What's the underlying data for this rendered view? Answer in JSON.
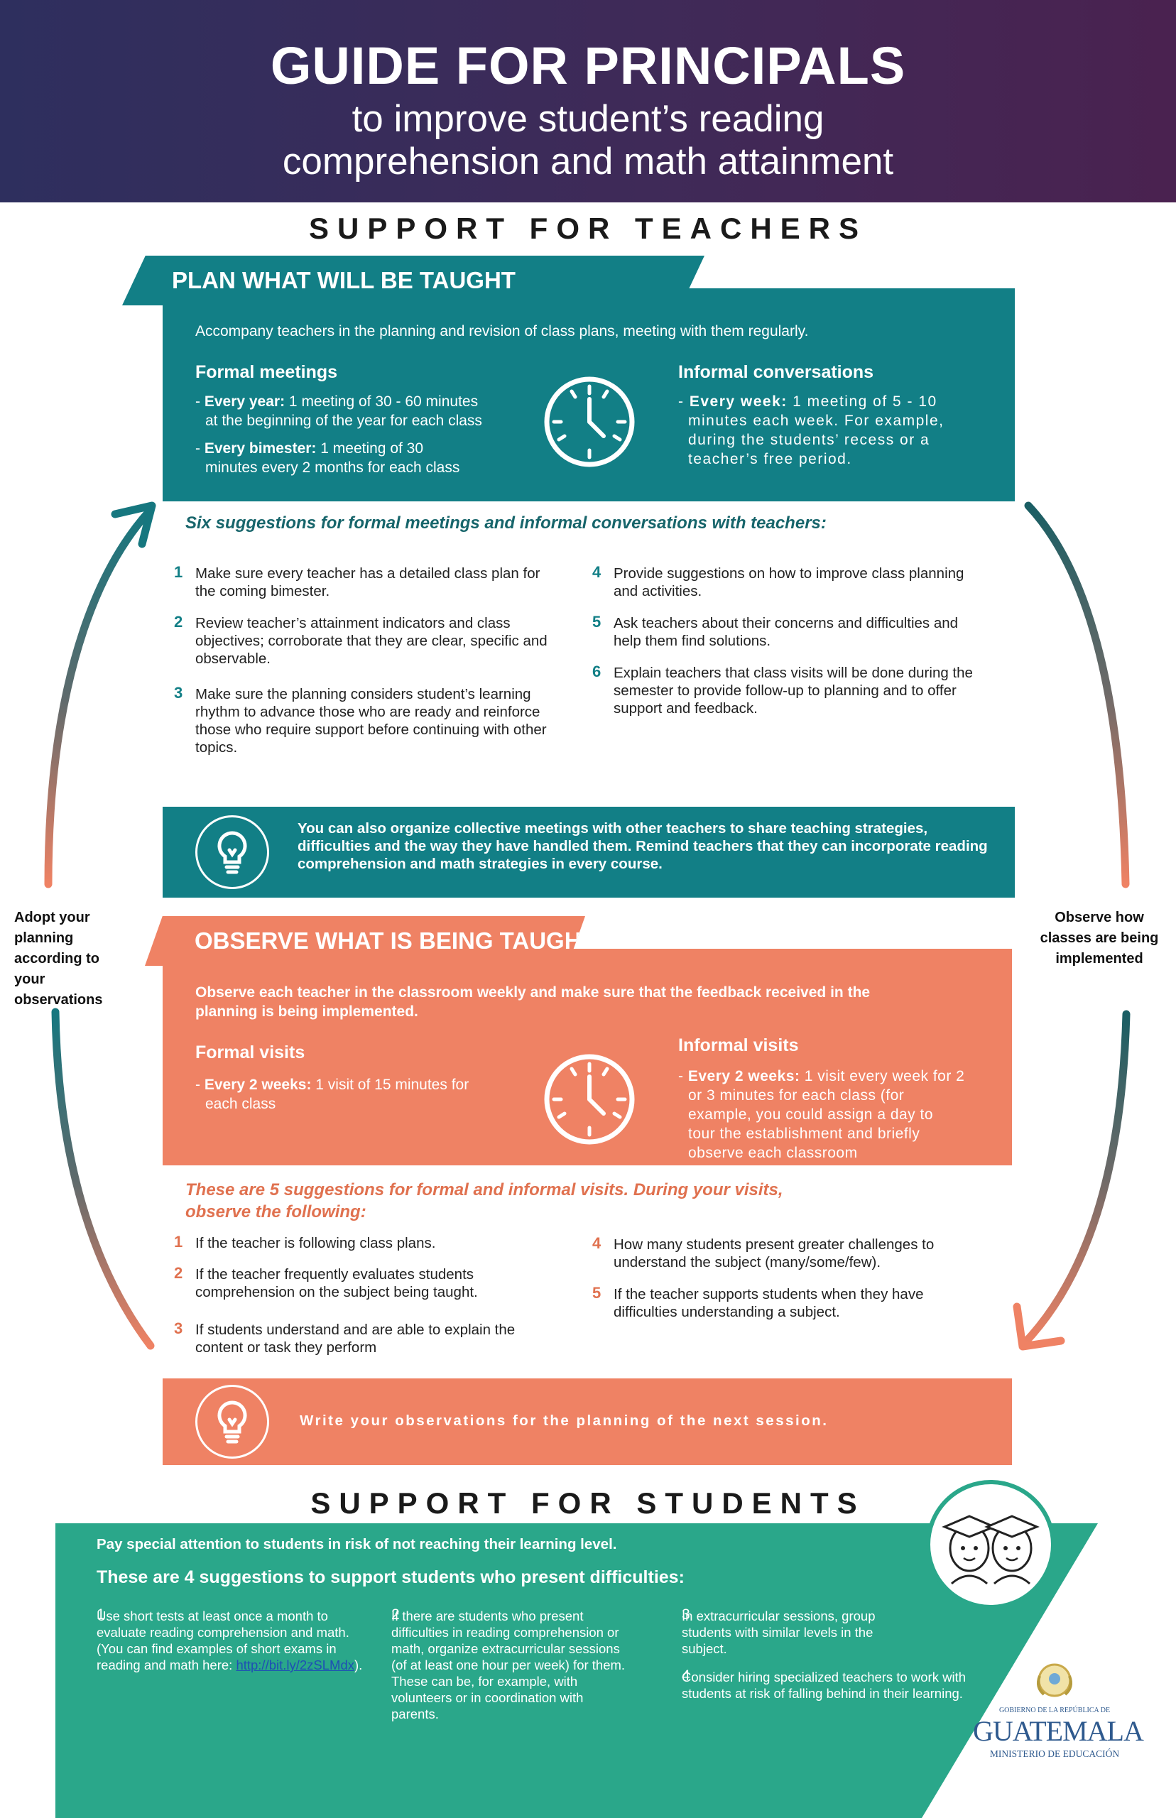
{
  "header": {
    "title": "GUIDE FOR PRINCIPALS",
    "subtitle_line1": "to  improve student’s reading",
    "subtitle_line2": "comprehension and math attainment"
  },
  "teachers": {
    "section_title": "SUPPORT FOR TEACHERS",
    "plan": {
      "ribbon": "PLAN WHAT WILL BE TAUGHT",
      "intro": "Accompany teachers in the planning and revision of class plans, meeting with them regularly.",
      "formal": {
        "heading": "Formal meetings",
        "item1_label": "Every year:",
        "item1_line1_rest": " 1 meeting of 30 - 60 minutes",
        "item1_line2": "at the beginning of the year for each class",
        "item2_label": "Every bimester:",
        "item2_line1_rest": " 1 meeting of 30",
        "item2_line2": "minutes every 2 months for each class"
      },
      "informal": {
        "heading": "Informal conversations",
        "label": "Every week:",
        "line1_rest": " 1 meeting of 5 - 10",
        "line2": "minutes each week. For example,",
        "line3": "during the students’ recess or a",
        "line4": "teacher’s free period."
      },
      "clock_icon": "clock-icon",
      "sugg_heading": "Six suggestions for formal meetings and informal conversations with teachers:",
      "suggestions": [
        {
          "num": "1",
          "text": "Make sure every teacher has a detailed class plan for the coming bimester."
        },
        {
          "num": "2",
          "text": "Review teacher’s attainment indicators and class objectives; corroborate that they are clear, specific and observable."
        },
        {
          "num": "3",
          "text": "Make sure the planning considers student’s learning rhythm to advance those who are ready and reinforce those who require support before continuing with other topics."
        },
        {
          "num": "4",
          "text": "Provide suggestions on how to improve class planning and activities."
        },
        {
          "num": "5",
          "text": "Ask teachers about their concerns and difficulties and help them find solutions."
        },
        {
          "num": "6",
          "text": "Explain teachers that class visits will be done during the semester to provide follow-up to planning and to offer support and feedback."
        }
      ],
      "tip": "You can also organize collective meetings with other teachers to share teaching strategies, difficulties and the way they have handled them. Remind teachers that they can incorporate reading comprehension and math strategies in every course."
    },
    "side_left": "Adopt your planning according to your observations",
    "side_right": "Observe  how classes are being implemented",
    "observe": {
      "ribbon": "OBSERVE WHAT IS BEING TAUGHT",
      "intro": "Observe each teacher in the classroom weekly and make sure that the feedback received in the planning is being implemented.",
      "formal": {
        "heading": "Formal visits",
        "label": "Every 2 weeks:",
        "line1_rest": " 1 visit of 15 minutes for",
        "line2": "each class"
      },
      "informal": {
        "heading": "Informal visits",
        "label": "Every 2 weeks:",
        "line1_rest": " 1 visit every week for 2",
        "line2": "or 3 minutes for each class (for",
        "line3": "example, you could assign a day to",
        "line4": "tour the establishment and briefly",
        "line5": "observe each classroom"
      },
      "sugg_heading": "These are 5 suggestions for formal and informal visits. During your visits, observe the following:",
      "suggestions": [
        {
          "num": "1",
          "text": "If the teacher is following class plans."
        },
        {
          "num": "2",
          "text": "If the teacher frequently evaluates students comprehension on the subject being taught."
        },
        {
          "num": "3",
          "text": "If students understand and are able to explain the content or task they perform"
        },
        {
          "num": "4",
          "text": "How many students present greater challenges to understand the subject (many/some/few)."
        },
        {
          "num": "5",
          "text": "If the teacher supports students when they have difficulties understanding a subject."
        }
      ],
      "tip": "Write your observations for the planning of the next session."
    }
  },
  "students": {
    "section_title": "SUPPORT FOR STUDENTS",
    "intro": "Pay special attention to students in risk of not reaching their learning level.",
    "heading": "These are 4 suggestions to support students who present difficulties:",
    "s1": {
      "num": "1",
      "text": "Use short tests at least once a month to evaluate reading comprehension and math. (You can find examples of short exams in reading and math here: ",
      "link": "http://bit.ly/2zSLMdx",
      "after": ")."
    },
    "s2": {
      "num": "2",
      "text": "If there are students who present difficulties in reading comprehension or math, organize extracurricular sessions (of at least one hour per week) for them. These can be, for example, with volunteers or in coordination with parents."
    },
    "s3": {
      "num": "3",
      "text": "In extracurricular sessions, group students with similar levels in the subject."
    },
    "s4": {
      "num": "4",
      "text": "Consider hiring specialized teachers to work with students at risk of falling behind in their learning."
    }
  },
  "logo": {
    "small": "GOBIERNO DE LA REPÚBLICA DE",
    "name": "GUATEMALA",
    "ministry": "MINISTERIO DE EDUCACIÓN"
  },
  "colors": {
    "teal": "#127f86",
    "coral": "#ef8264",
    "green": "#2aa78a",
    "header": "#3a2b5b"
  }
}
